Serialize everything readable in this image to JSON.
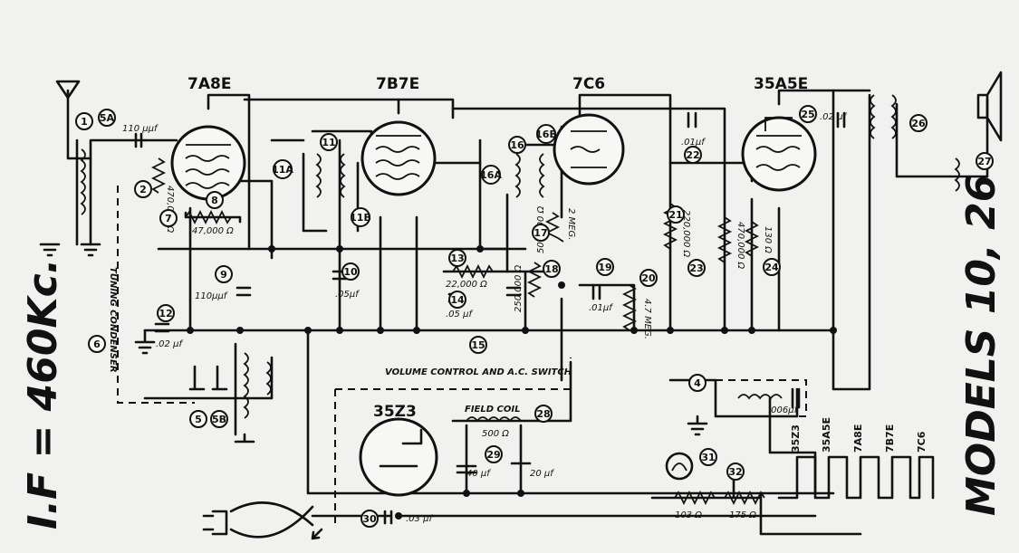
{
  "tubes": {
    "t1": "7A8E",
    "t2": "7B7E",
    "t3": "7C6",
    "t4": "35A5E",
    "t5": "35Z3"
  },
  "badges": [
    "1",
    "5A",
    "2",
    "7",
    "8",
    "11A",
    "11",
    "11B",
    "9",
    "12",
    "6",
    "5",
    "5B",
    "10",
    "16",
    "16A",
    "16B",
    "13",
    "14",
    "17",
    "15",
    "18",
    "19",
    "20",
    "21",
    "22",
    "23",
    "24",
    "25",
    "26",
    "27",
    "4",
    "28",
    "29",
    "30",
    "31",
    "32"
  ],
  "values": {
    "c_110": "110 μμf",
    "c_110b": "110μμf",
    "r_47000": "47,000 Ω",
    "r_470000_a": "470,000 Ω",
    "c_05": ".05μf",
    "c_02": ".02 μf",
    "r_22000": "22,000 Ω",
    "c_05b": ".05 μf",
    "c_01": ".01μf",
    "r_4meg": "4.7 MEG.",
    "r_220000": "220,000 Ω",
    "r_470000_b": "470,000 Ω",
    "r_130": "130 Ω",
    "c_01b": ".01μf",
    "c_02b": ".02 μf",
    "c_006": ".006μf",
    "c_03": ".03 μf",
    "c_40": "40 μf",
    "c_20": "20 μf",
    "r_500": "500 Ω",
    "r_103": "103 Ω",
    "r_175": "175 Ω",
    "r_500k": "500,000 Ω",
    "r_2meg": "2 MEG.",
    "r_250000": "250,000 Ω"
  },
  "labels": {
    "tuning_condenser": "TUNING CONDENSER",
    "volume_control": "VOLUME CONTROL AND A.C. SWITCH",
    "field_coil": "FIELD COIL"
  },
  "heaters": [
    "35Z3",
    "35A5E",
    "7A8E",
    "7B7E",
    "7C6"
  ],
  "footer": {
    "if_freq": "I.F = 460Kc.",
    "models": "MODELS 10, 26"
  }
}
